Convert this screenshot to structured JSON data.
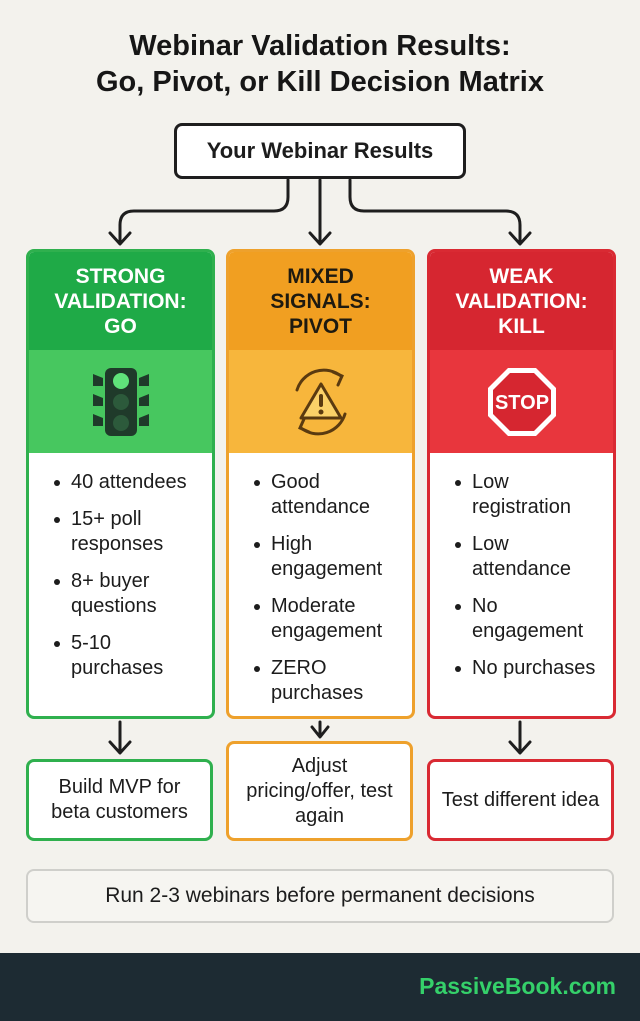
{
  "title": {
    "line1": "Webinar Validation Results:",
    "line2": "Go, Pivot, or Kill Decision Matrix"
  },
  "root": {
    "label": "Your Webinar Results"
  },
  "columns": [
    {
      "key": "go",
      "heading": [
        "STRONG",
        "VALIDATION:",
        "GO"
      ],
      "icon": "traffic-light-icon",
      "items": [
        "40 attendees",
        "15+ poll responses",
        "8+ buyer questions",
        "5-10 purchases"
      ],
      "outcome": "Build MVP for beta customers",
      "color": "#1faa47"
    },
    {
      "key": "pivot",
      "heading": [
        "MIXED",
        "SIGNALS:",
        "PIVOT"
      ],
      "icon": "warning-cycle-icon",
      "items": [
        "Good attendance",
        "High engagement",
        "Moderate engagement",
        "ZERO purchases"
      ],
      "outcome": "Adjust pricing/offer, test again",
      "color": "#f19f21"
    },
    {
      "key": "kill",
      "heading": [
        "WEAK",
        "VALIDATION:",
        "KILL"
      ],
      "icon": "stop-sign-icon",
      "items": [
        "Low registration",
        "Low attendance",
        "No engagement",
        "No purchases"
      ],
      "outcome": "Test different idea",
      "color": "#d62630"
    }
  ],
  "stop_sign_text": "STOP",
  "note": "Run 2-3 webinars before permanent decisions",
  "footer": {
    "brand": "PassiveBook.com"
  }
}
